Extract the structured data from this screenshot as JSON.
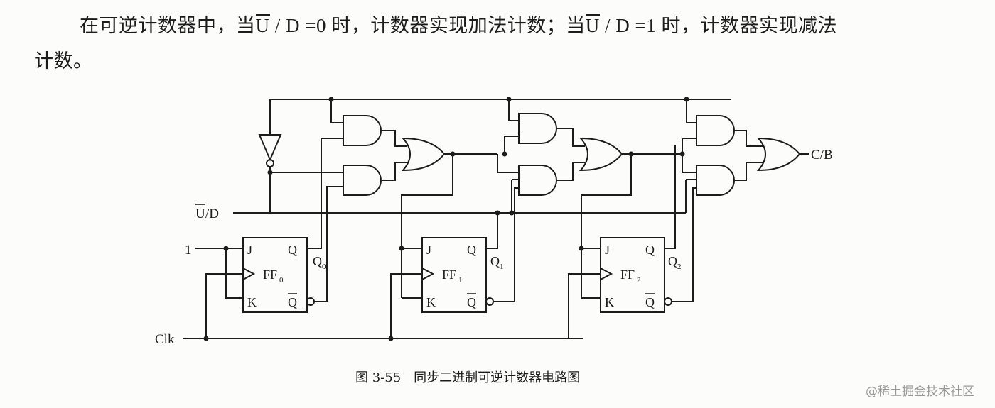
{
  "paragraph": {
    "p1": "在可逆计数器中，当",
    "p2": "U",
    "p3": " / D =0 时，计数器实现加法计数；当",
    "p4": "U",
    "p5": " / D =1 时，计数器实现减法",
    "p6": "计数。"
  },
  "circuit": {
    "input_one": "1",
    "input_ud_bar": "U",
    "input_ud_rest": "/D",
    "input_clk": "Clk",
    "output_cb": "C/B",
    "ff0_label": "FF",
    "ff0_sub": "0",
    "ff1_label": "FF",
    "ff1_sub": "1",
    "ff2_label": "FF",
    "ff2_sub": "2",
    "pin_j": "J",
    "pin_k": "K",
    "pin_q": "Q",
    "pin_qbar": "Q",
    "q0_label": "Q",
    "q0_sub": "0",
    "q1_label": "Q",
    "q1_sub": "1",
    "q2_label": "Q",
    "q2_sub": "2"
  },
  "caption": "图 3-55　同步二进制可逆计数器电路图",
  "watermark": "@稀土掘金技术社区"
}
